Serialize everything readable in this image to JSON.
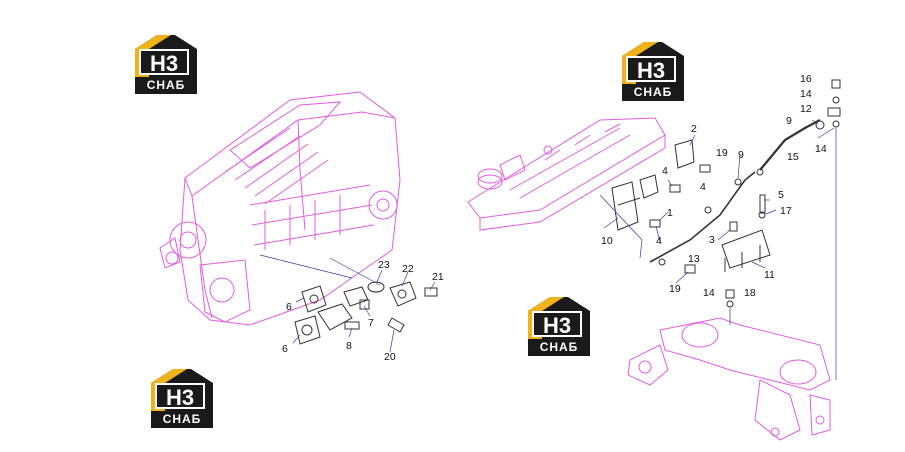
{
  "colors": {
    "engine_line": "#e05ce0",
    "part_line": "#333333",
    "leader_line": "#3a3aa8",
    "logo_gold": "#f0b21b",
    "logo_dark": "#1a1a1a",
    "label": "#111111"
  },
  "logos": [
    {
      "id": "logo-top-left",
      "mark": "H3",
      "brand": "СНАБ"
    },
    {
      "id": "logo-top-right",
      "mark": "H3",
      "brand": "СНАБ"
    },
    {
      "id": "logo-middle",
      "mark": "H3",
      "brand": "СНАБ"
    },
    {
      "id": "logo-bottom-left",
      "mark": "H3",
      "brand": "СНАБ"
    }
  ],
  "callouts": [
    {
      "text": "23"
    },
    {
      "text": "22"
    },
    {
      "text": "21"
    },
    {
      "text": "6"
    },
    {
      "text": "7"
    },
    {
      "text": "6"
    },
    {
      "text": "8"
    },
    {
      "text": "20"
    },
    {
      "text": "2"
    },
    {
      "text": "19"
    },
    {
      "text": "9"
    },
    {
      "text": "4"
    },
    {
      "text": "4"
    },
    {
      "text": "1"
    },
    {
      "text": "10"
    },
    {
      "text": "4"
    },
    {
      "text": "3"
    },
    {
      "text": "13"
    },
    {
      "text": "19"
    },
    {
      "text": "5"
    },
    {
      "text": "17"
    },
    {
      "text": "11"
    },
    {
      "text": "16"
    },
    {
      "text": "14"
    },
    {
      "text": "12"
    },
    {
      "text": "9"
    },
    {
      "text": "14"
    },
    {
      "text": "15"
    },
    {
      "text": "14"
    },
    {
      "text": "18"
    }
  ]
}
